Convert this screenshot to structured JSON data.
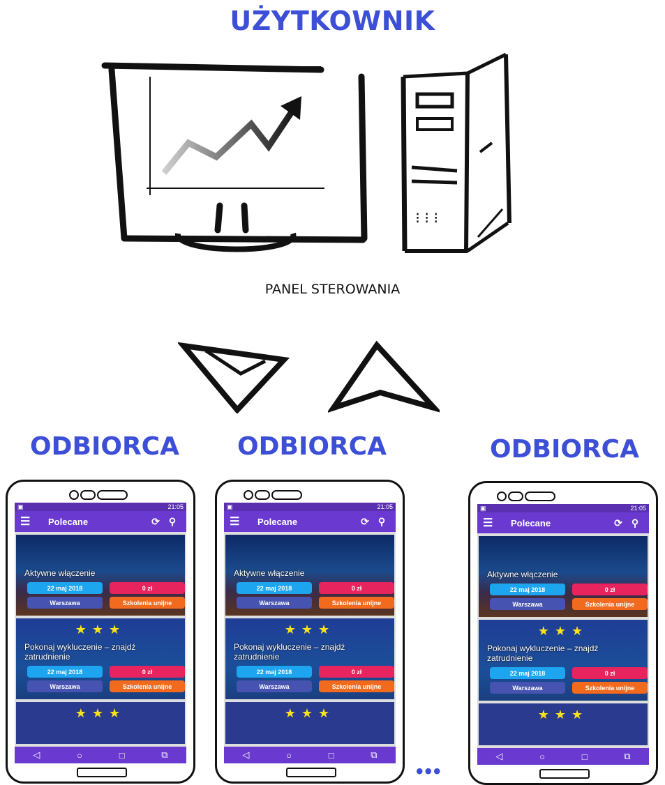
{
  "header": {
    "title": "UŻYTKOWNIK"
  },
  "panel": {
    "caption": "PANEL STEROWANIA"
  },
  "recipients": [
    {
      "label": "ODBIORCA"
    },
    {
      "label": "ODBIORCA"
    },
    {
      "label": "ODBIORCA"
    }
  ],
  "ellipsis": "•••",
  "phone": {
    "status_time": "21:05",
    "app_title": "Polecane",
    "cards": [
      {
        "title": "Aktywne włączenie",
        "date": "22 maj 2018",
        "price": "0 zł",
        "city": "Warszawa",
        "tag": "Szkolenia unijne"
      },
      {
        "title": "Pokonaj wykluczenie – znajdź zatrudnienie",
        "date": "22 maj 2018",
        "price": "0 zł",
        "city": "Warszawa",
        "tag": "Szkolenia unijne"
      }
    ]
  },
  "icons": [
    "monitor-icon",
    "computer-tower-icon",
    "arrow-down-icon",
    "arrow-up-icon",
    "menu-icon",
    "refresh-icon",
    "search-icon",
    "back-icon",
    "home-icon",
    "recents-icon"
  ]
}
